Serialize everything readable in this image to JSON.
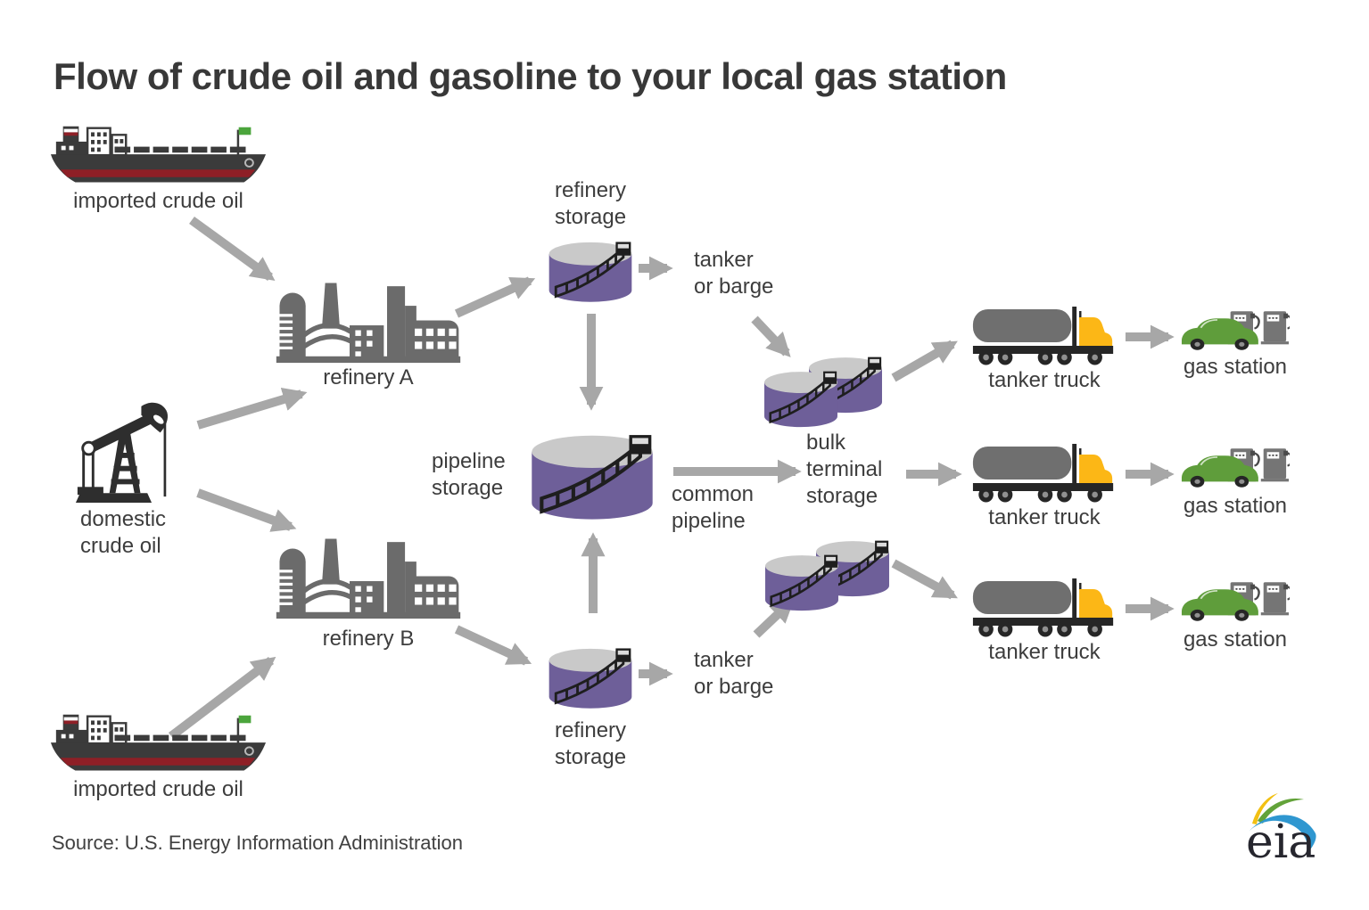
{
  "title": "Flow of crude oil and gasoline to your local gas station",
  "source": "Source: U.S. Energy Information Administration",
  "logo_text": "eia",
  "labels": {
    "imported_crude_oil": "imported crude oil",
    "domestic_crude_oil": "domestic\ncrude oil",
    "refinery_a": "refinery A",
    "refinery_b": "refinery B",
    "refinery_storage": "refinery\nstorage",
    "tanker_or_barge": "tanker\nor barge",
    "pipeline_storage": "pipeline\nstorage",
    "common_pipeline": "common\npipeline",
    "bulk_terminal_storage": "bulk\nterminal\nstorage",
    "tanker_truck": "tanker truck",
    "gas_station": "gas station"
  },
  "colors": {
    "text": "#3d3d3d",
    "arrow": "#a7a7a7",
    "tank-purple": "#6e5f99",
    "tank-gray": "#c9c9c9",
    "stairs": "#1e1e1e",
    "icon-gray": "#6b6b6b",
    "icon-dark": "#2e2e2e",
    "ship-dark": "#3b3b3b",
    "ship-stripe": "#8e1f26",
    "flag-green": "#4ba53c",
    "truck-cab": "#fcb716",
    "truck-gray": "#6f6f6f",
    "car-green": "#5f9d3b",
    "pump-gray": "#757575",
    "hub-gray": "#909090",
    "eia-yellow": "#f2c013",
    "eia-green": "#63a33a",
    "eia-blue": "#2f97d0",
    "eia-text": "#26262e"
  }
}
